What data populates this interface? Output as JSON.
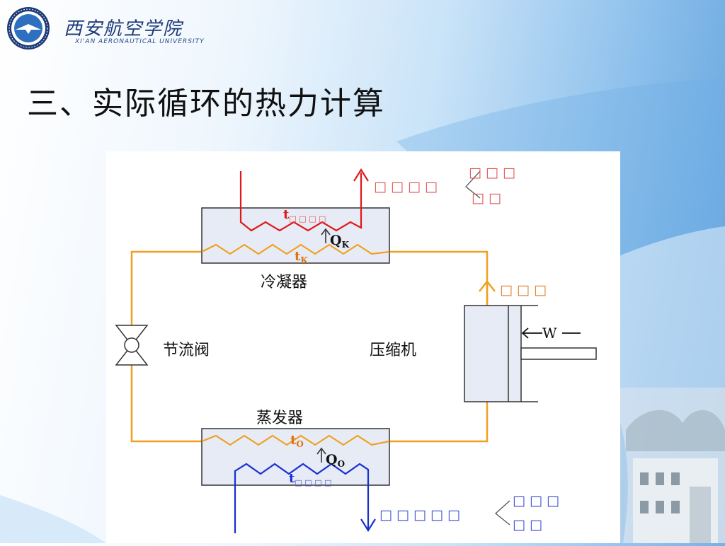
{
  "header": {
    "logo_cn": "西安航空学院",
    "logo_en": "XI'AN AERONAUTICAL UNIVERSITY"
  },
  "slide": {
    "title": "三、实际循环的热力计算"
  },
  "diagram": {
    "condenser_label": "冷凝器",
    "evaporator_label": "蒸发器",
    "valve_label": "节流阀",
    "compressor_label": "压缩机",
    "work_label": "W",
    "qk_label": "Q",
    "qk_sub": "K",
    "qo_label": "Q",
    "qo_sub": "O",
    "tk_label": "t",
    "tk_sub": "K",
    "to_label": "t",
    "to_sub": "O",
    "top_t_label": "t",
    "top_t_sub": "□ □ □ □",
    "bottom_t_label": "t",
    "bottom_t_sub": "□ □ □ □",
    "top_out_text": "□ □ □ □",
    "top_branch_upper": "□ □ □",
    "top_branch_lower": "□ □",
    "compressor_out_text": "□ □ □",
    "bottom_out_text": "□ □ □ □ □",
    "bottom_branch_upper": "□ □ □",
    "bottom_branch_lower": "□ □",
    "colors": {
      "refrigerant": "#f0a020",
      "hot_fluid": "#e01818",
      "cold_fluid": "#1830d0",
      "hx_fill": "#e7ebf5"
    }
  }
}
